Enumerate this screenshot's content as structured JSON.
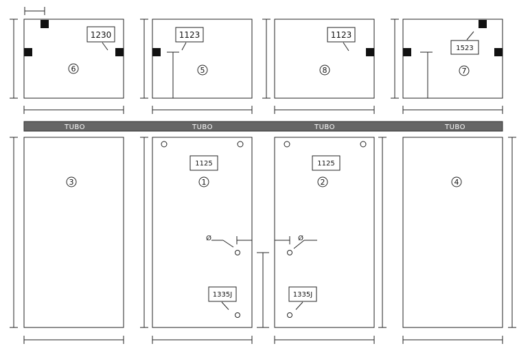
{
  "tubo": {
    "label_1": "TUBO",
    "label_2": "TUBO",
    "label_3": "TUBO",
    "label_4": "TUBO"
  },
  "panels": {
    "p6": {
      "number": "6",
      "code": "1230"
    },
    "p5": {
      "number": "5",
      "code": "1123"
    },
    "p8": {
      "number": "8",
      "code": "1123"
    },
    "p7": {
      "number": "7",
      "code": "1523"
    },
    "p3": {
      "number": "3"
    },
    "p1": {
      "number": "1",
      "code": "1125",
      "code_lower": "1335J",
      "diameter": "Ø"
    },
    "p2": {
      "number": "2",
      "code": "1125",
      "code_lower": "1335J",
      "diameter": "Ø"
    },
    "p4": {
      "number": "4"
    }
  },
  "colors": {
    "tubo_bar": "#666666",
    "line": "#222222"
  }
}
